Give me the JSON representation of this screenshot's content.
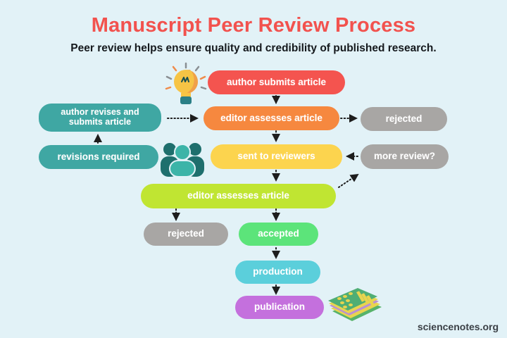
{
  "page": {
    "title": "Manuscript Peer Review Process",
    "subtitle": "Peer review helps ensure quality and credibility of published research.",
    "footer": "sciencenotes.org",
    "background": "#e2f2f7",
    "title_color": "#f2524e",
    "arrow_color": "#1d1d1d"
  },
  "nodes": {
    "author_submits": {
      "label": "author submits article",
      "color": "#f4544f"
    },
    "author_revises": {
      "label": "author revises and submits article",
      "color": "#3fa7a3"
    },
    "editor_assesses_1": {
      "label": "editor assesses article",
      "color": "#f6883f"
    },
    "rejected_1": {
      "label": "rejected",
      "color": "#a8a6a4"
    },
    "revisions_required": {
      "label": "revisions required",
      "color": "#3fa7a3"
    },
    "sent_to_reviewers": {
      "label": "sent to reviewers",
      "color": "#fcd44e"
    },
    "more_review": {
      "label": "more review?",
      "color": "#a8a6a4"
    },
    "editor_assesses_2": {
      "label": "editor assesses article",
      "color": "#c0e532"
    },
    "rejected_2": {
      "label": "rejected",
      "color": "#a8a6a4"
    },
    "accepted": {
      "label": "accepted",
      "color": "#5ce47a"
    },
    "production": {
      "label": "production",
      "color": "#5bcfdb"
    },
    "publication": {
      "label": "publication",
      "color": "#c470dd"
    }
  },
  "icons": {
    "idea": "lightbulb-icon",
    "reviewers": "people-group-icon",
    "journals": "journal-stack-icon"
  }
}
